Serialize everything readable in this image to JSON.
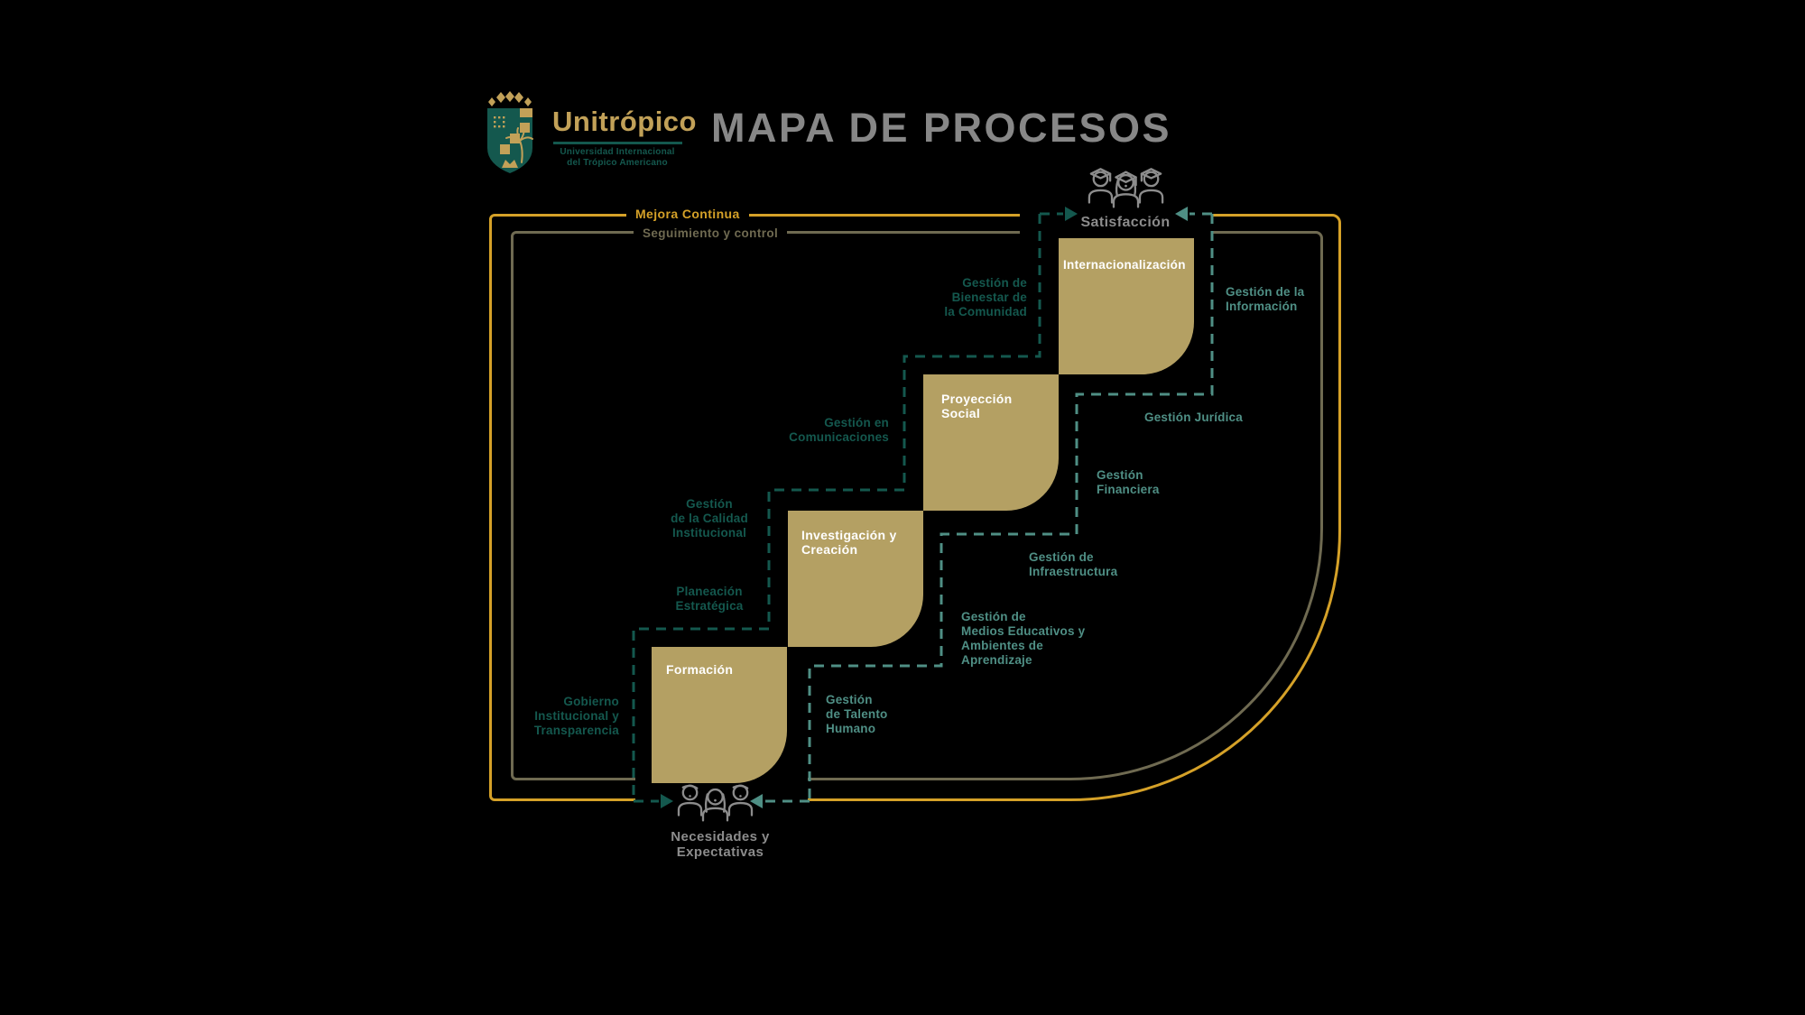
{
  "colors": {
    "bg": "#000000",
    "gold-line": "#D5A128",
    "olive-line": "#6F6A51",
    "block-gold": "#B4A063",
    "teal-dark": "#14584E",
    "teal-mid": "#4F8F85",
    "gray-text": "#8C8C8C",
    "title-gray": "#878787",
    "brand-gold": "#C2A158",
    "white": "#FFFFFF"
  },
  "header": {
    "brand": {
      "name": "Unitrópico",
      "subline1": "Universidad Internacional",
      "subline2": "del Trópico Americano",
      "logo_icon": "unitropico-shield-icon"
    },
    "title": "MAPA DE PROCESOS"
  },
  "loops": {
    "outer_label": "Mejora Continua",
    "inner_label": "Seguimiento y control"
  },
  "endpoints": {
    "top": {
      "label": "Satisfacción",
      "icon": "graduates-icon"
    },
    "bottom": {
      "label_line1": "Necesidades y",
      "label_line2": "Expectativas",
      "icon": "community-people-icon"
    }
  },
  "steps": [
    {
      "id": "formacion",
      "lines": [
        "Formación"
      ]
    },
    {
      "id": "investigacion-creacion",
      "lines": [
        "Investigación y",
        "Creación"
      ]
    },
    {
      "id": "proyeccion-social",
      "lines": [
        "Proyección",
        "Social"
      ]
    },
    {
      "id": "internacionalizacion",
      "lines": [
        "Internacionalización"
      ]
    }
  ],
  "support_left": [
    {
      "id": "bienestar",
      "lines": [
        "Gestión de",
        "Bienestar de",
        "la Comunidad"
      ]
    },
    {
      "id": "comunicaciones",
      "lines": [
        "Gestión en",
        "Comunicaciones"
      ]
    },
    {
      "id": "calidad",
      "lines": [
        "Gestión",
        "de la Calidad",
        "Institucional"
      ]
    },
    {
      "id": "planeacion",
      "lines": [
        "Planeación",
        "Estratégica"
      ]
    },
    {
      "id": "gobierno",
      "lines": [
        "Gobierno",
        "Institucional y",
        "Transparencia"
      ]
    }
  ],
  "support_right": [
    {
      "id": "informacion",
      "lines": [
        "Gestión de la",
        "Información"
      ]
    },
    {
      "id": "juridica",
      "lines": [
        "Gestión Jurídica"
      ]
    },
    {
      "id": "financiera",
      "lines": [
        "Gestión",
        "Financiera"
      ]
    },
    {
      "id": "infraestructura",
      "lines": [
        "Gestión de",
        "Infraestructura"
      ]
    },
    {
      "id": "medios",
      "lines": [
        "Gestión de",
        "Medios Educativos y",
        "Ambientes de",
        "Aprendizaje"
      ]
    },
    {
      "id": "talento",
      "lines": [
        "Gestión",
        "de Talento",
        "Humano"
      ]
    }
  ]
}
